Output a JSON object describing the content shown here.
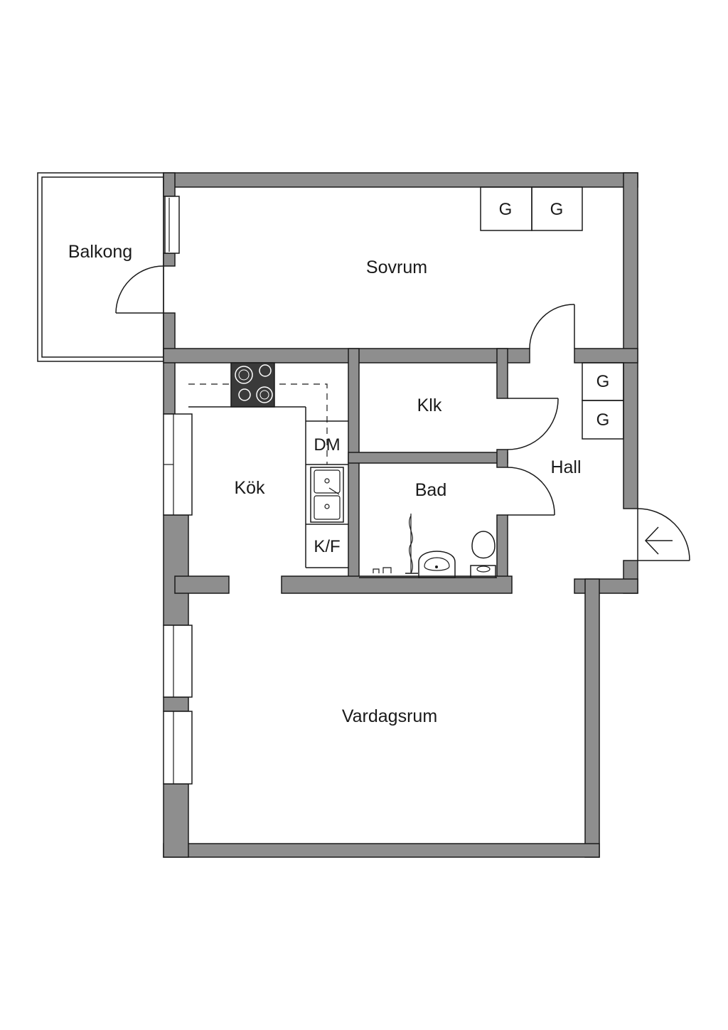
{
  "rooms": {
    "balkong": "Balkong",
    "sovrum": "Sovrum",
    "klk": "Klk",
    "kok": "Kök",
    "bad": "Bad",
    "hall": "Hall",
    "vardagsrum": "Vardagsrum"
  },
  "fixtures": {
    "wardrobe_g": "G",
    "dishwasher": "DM",
    "fridge_freezer": "K/F"
  },
  "icons": {
    "entrance": "arrow-left-icon"
  },
  "colors": {
    "wall": "#8e8e8e",
    "stroke": "#1a1a1a",
    "stove": "#3a3a3a"
  }
}
